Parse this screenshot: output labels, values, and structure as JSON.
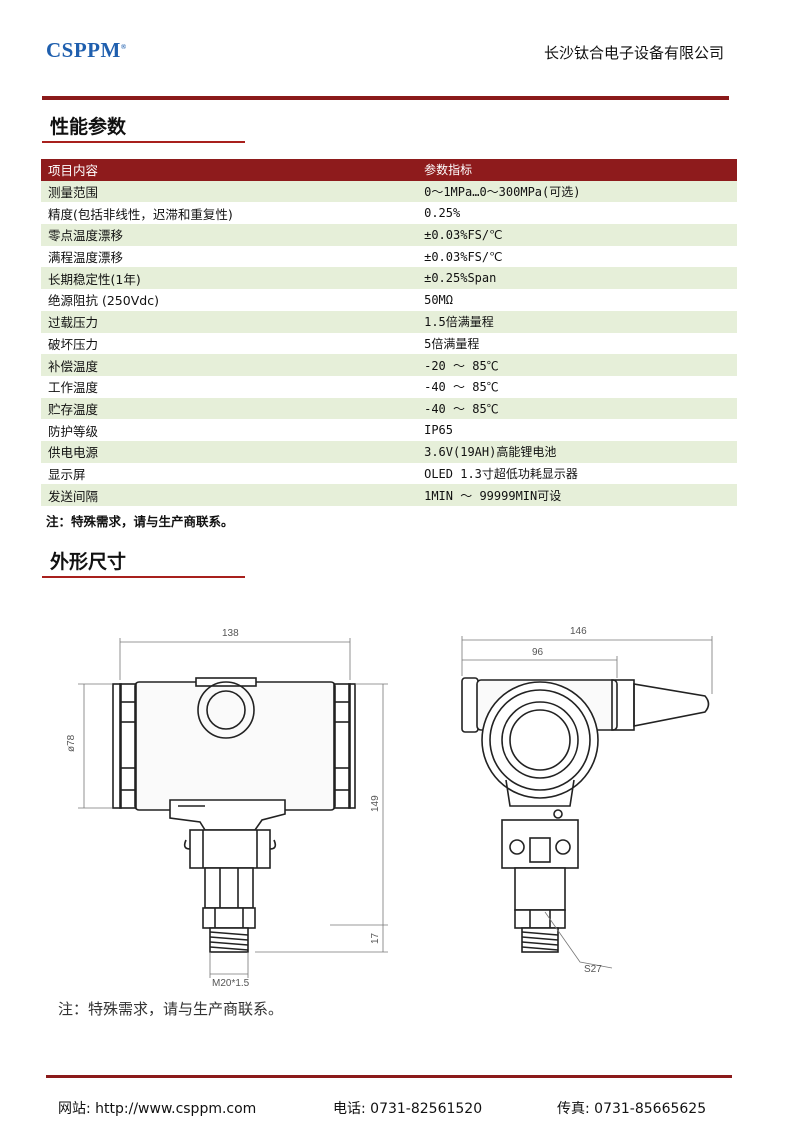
{
  "header": {
    "logo": "CSPPM",
    "logo_mark": "®",
    "company": "长沙钛合电子设备有限公司"
  },
  "section1": {
    "title": "性能参数"
  },
  "spec_table": {
    "columns": [
      "项目内容",
      "参数指标"
    ],
    "rows": [
      [
        "测量范围",
        "0～1MPa…0～300MPa(可选)"
      ],
      [
        "精度(包括非线性，迟滞和重复性)",
        "0.25%"
      ],
      [
        "零点温度漂移",
        "±0.03%FS/℃"
      ],
      [
        "满程温度漂移",
        "±0.03%FS/℃"
      ],
      [
        "长期稳定性(1年)",
        "±0.25%Span"
      ],
      [
        "绝源阻抗 (250Vdc)",
        "50MΩ"
      ],
      [
        "过载压力",
        "1.5倍满量程"
      ],
      [
        "破坏压力",
        "5倍满量程"
      ],
      [
        "补偿温度",
        "-20 ～ 85℃"
      ],
      [
        "工作温度",
        "-40 ～ 85℃"
      ],
      [
        "贮存温度",
        "-40 ～ 85℃"
      ],
      [
        "防护等级",
        "IP65"
      ],
      [
        "供电电源",
        "3.6V(19AH)高能锂电池"
      ],
      [
        "显示屏",
        "OLED  1.3寸超低功耗显示器"
      ],
      [
        "发送间隔",
        "1MIN ～ 99999MIN可设"
      ]
    ]
  },
  "note1": "注：特殊需求，请与生产商联系。",
  "section2": {
    "title": "外形尺寸"
  },
  "drawing": {
    "front": {
      "width": "138",
      "diameter": "ø78",
      "height": "149",
      "bottom": "17",
      "thread": "M20*1.5"
    },
    "side": {
      "width": "146",
      "inner": "96",
      "wrench": "S27"
    }
  },
  "note2": "注：特殊需求，请与生产商联系。",
  "footer": {
    "website": "网站: http://www.csppm.com",
    "phone": "电话: 0731-82561520",
    "fax": "传真: 0731-85665625"
  }
}
